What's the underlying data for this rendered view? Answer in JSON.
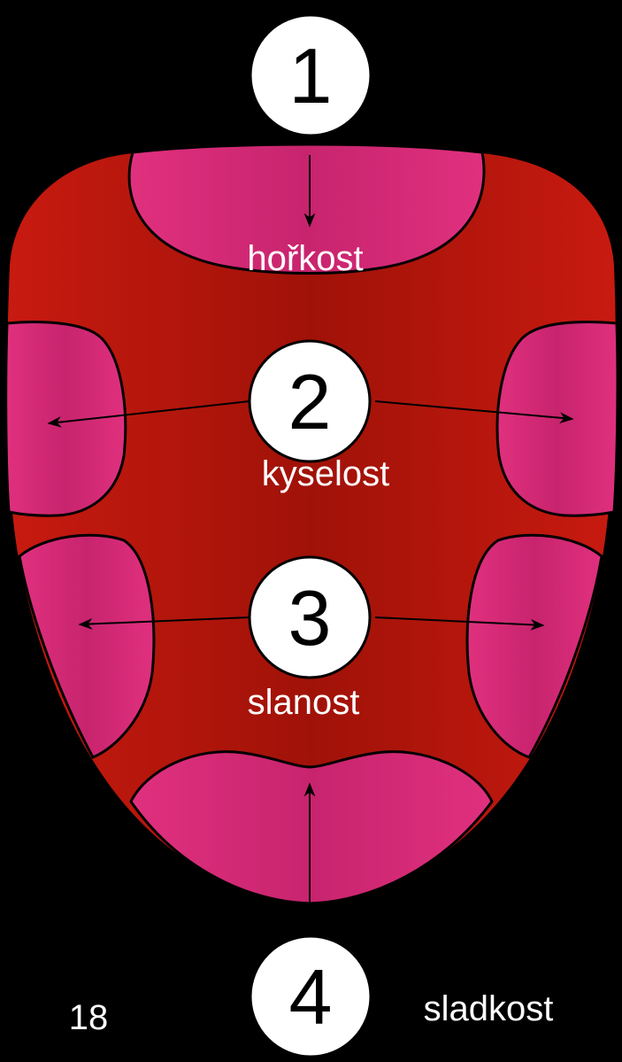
{
  "colors": {
    "background": "#000000",
    "tongue_edge": "#c81a10",
    "tongue_center": "#a01208",
    "zone_fill": "#d6287a",
    "zone_fill_light": "#e0307e",
    "outline": "#000000",
    "circle_fill": "#ffffff",
    "label": "#ffffff"
  },
  "zones": [
    {
      "number": "1",
      "label": "hořkost"
    },
    {
      "number": "2",
      "label": "kyselost"
    },
    {
      "number": "3",
      "label": "slanost"
    },
    {
      "number": "4",
      "label": "sladkost"
    }
  ],
  "page_number": "18"
}
